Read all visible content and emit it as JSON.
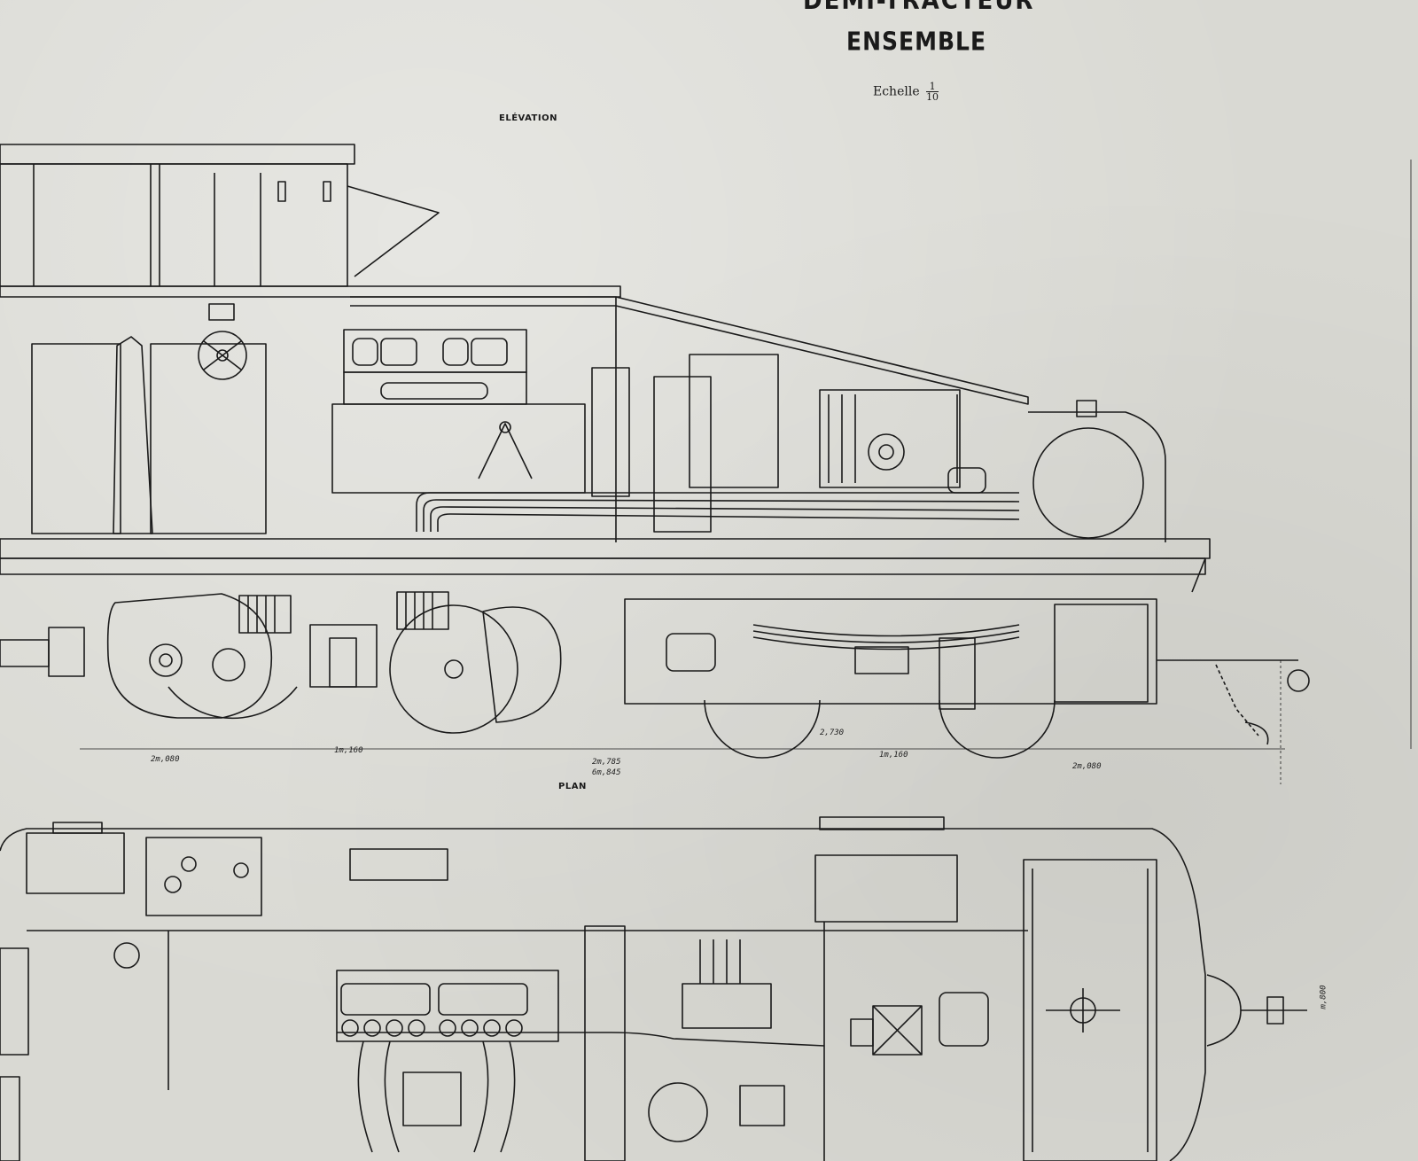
{
  "titles": {
    "heading": "DEMI-TRACTEUR",
    "subheading": "ENSEMBLE",
    "scale_prefix": "Echelle",
    "scale_numerator": "1",
    "scale_denominator": "10"
  },
  "views": {
    "elevation": "ELÉVATION",
    "plan": "PLAN"
  },
  "dimensions": {
    "d1": "2m,080",
    "d2": "1m,160",
    "d3": "2m,785",
    "d4": "6m,845",
    "d5": "2,730",
    "d6": "1m,160",
    "d7": "2m,080",
    "d8": "m,800"
  },
  "colors": {
    "paper": "#d9d9d3",
    "ink": "#1a1a1a"
  }
}
